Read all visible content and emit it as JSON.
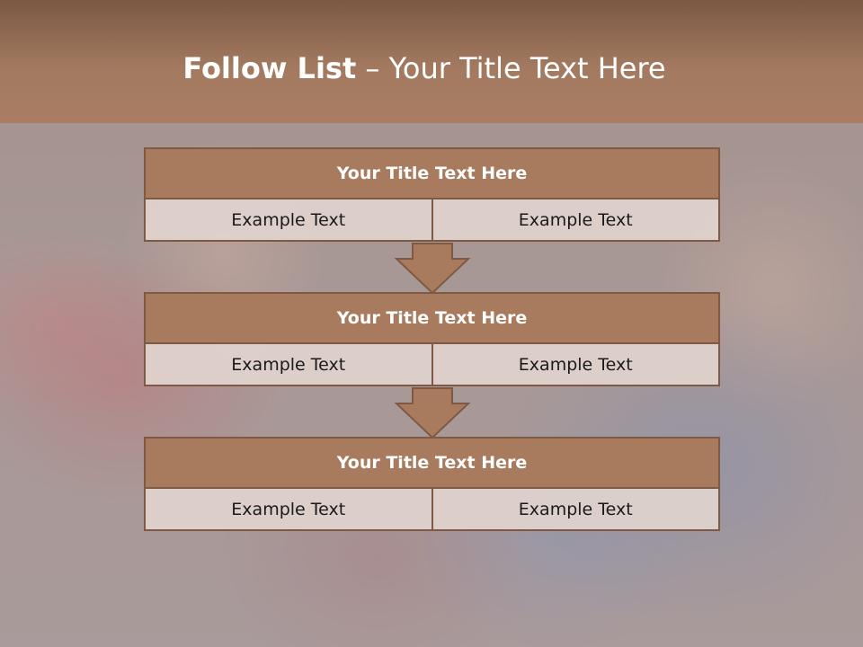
{
  "slide": {
    "title_bold": "Follow List",
    "title_rest": "– Your Title Text Here"
  },
  "blocks": [
    {
      "title": "Your Title Text Here",
      "left": "Example Text",
      "right": "Example Text"
    },
    {
      "title": "Your Title Text Here",
      "left": "Example Text",
      "right": "Example Text"
    },
    {
      "title": "Your Title Text Here",
      "left": "Example Text",
      "right": "Example Text"
    }
  ],
  "colors": {
    "header": "#a37a60",
    "block_title": "#a87b5e",
    "border": "#7e5a45",
    "cell": "#e1d4ce"
  }
}
